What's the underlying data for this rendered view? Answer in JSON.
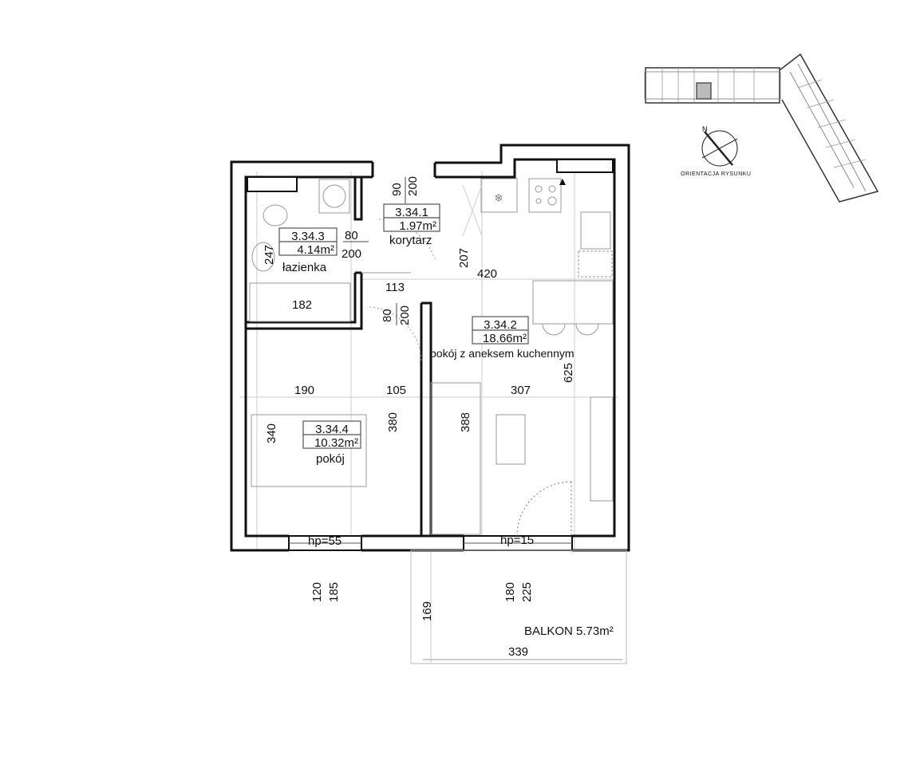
{
  "rooms": [
    {
      "id": "3.34.1",
      "area": "1.97m²",
      "name": "korytarz"
    },
    {
      "id": "3.34.2",
      "area": "18.66m²",
      "name": "pokój z aneksem kuchennym"
    },
    {
      "id": "3.34.3",
      "area": "4.14m²",
      "name": "łazienka"
    },
    {
      "id": "3.34.4",
      "area": "10.32m²",
      "name": "pokój"
    }
  ],
  "dimensions": {
    "entry_door_w": "90",
    "entry_door_h": "200",
    "bath_door_w": "80",
    "bath_door_h": "200",
    "room_door_w": "80",
    "room_door_h": "200",
    "d247": "247",
    "d182": "182",
    "d113": "113",
    "d207": "207",
    "d420": "420",
    "d625": "625",
    "d190": "190",
    "d105": "105",
    "d307": "307",
    "d340": "340",
    "d380": "380",
    "d388": "388",
    "win1_w": "120",
    "win1_h": "185",
    "win2_w": "180",
    "win2_h": "225",
    "d169": "169",
    "d339": "339"
  },
  "windows": {
    "left_sill": "hp=55",
    "right_sill": "hp=15"
  },
  "balcony": {
    "label": "BALKON 5.73m²"
  },
  "orientation": {
    "label": "ORIENTACJA RYSUNKU",
    "north": "N"
  }
}
